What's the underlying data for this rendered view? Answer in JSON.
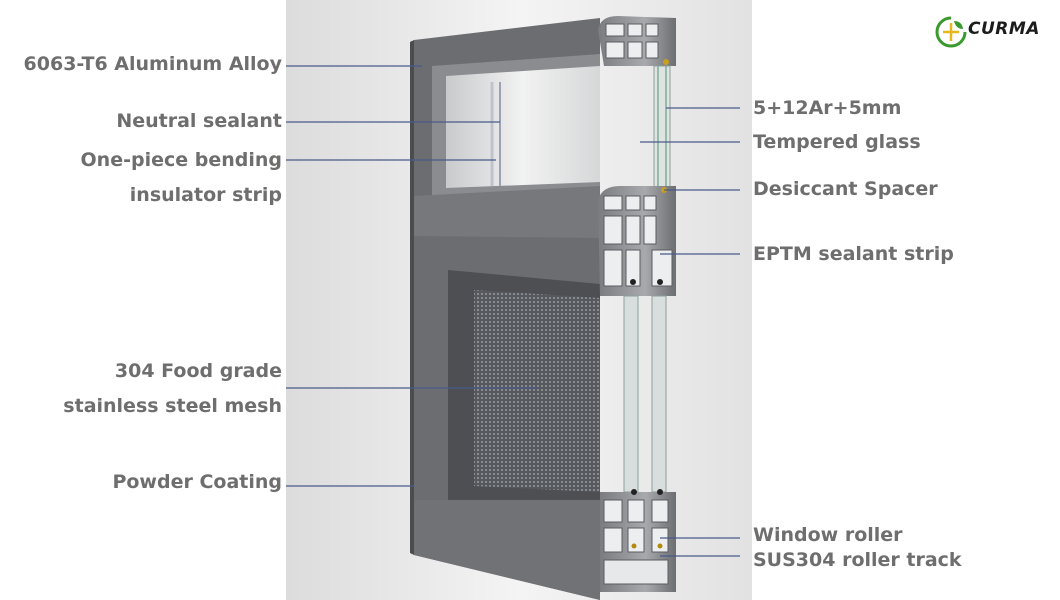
{
  "brand": {
    "name": "CURMA",
    "logo_icon": "curma-leaf-circle-logo",
    "colors": {
      "green": "#3a9a2e",
      "yellow": "#e8b81a"
    }
  },
  "callouts_left": [
    {
      "id": "alloy",
      "lines": [
        "6063-T6 Aluminum Alloy"
      ]
    },
    {
      "id": "sealant",
      "lines": [
        "Neutral sealant"
      ]
    },
    {
      "id": "insulator",
      "lines": [
        "One-piece bending",
        "insulator strip"
      ]
    },
    {
      "id": "mesh",
      "lines": [
        "304 Food grade",
        "stainless steel mesh"
      ]
    },
    {
      "id": "coating",
      "lines": [
        "Powder Coating"
      ]
    }
  ],
  "callouts_right": [
    {
      "id": "glass-spec",
      "lines": [
        "5+12Ar+5mm"
      ]
    },
    {
      "id": "tempered",
      "lines": [
        "Tempered glass"
      ]
    },
    {
      "id": "spacer",
      "lines": [
        "Desiccant Spacer"
      ]
    },
    {
      "id": "eptm",
      "lines": [
        "EPTM sealant strip"
      ]
    },
    {
      "id": "roller",
      "lines": [
        "Window roller"
      ]
    },
    {
      "id": "track",
      "lines": [
        "SUS304 roller track"
      ]
    }
  ],
  "colors": {
    "label": "#6e6e6e",
    "leader": "#4a5a8a",
    "frame": "#6a6c70",
    "panel_bg": "#ececec"
  }
}
